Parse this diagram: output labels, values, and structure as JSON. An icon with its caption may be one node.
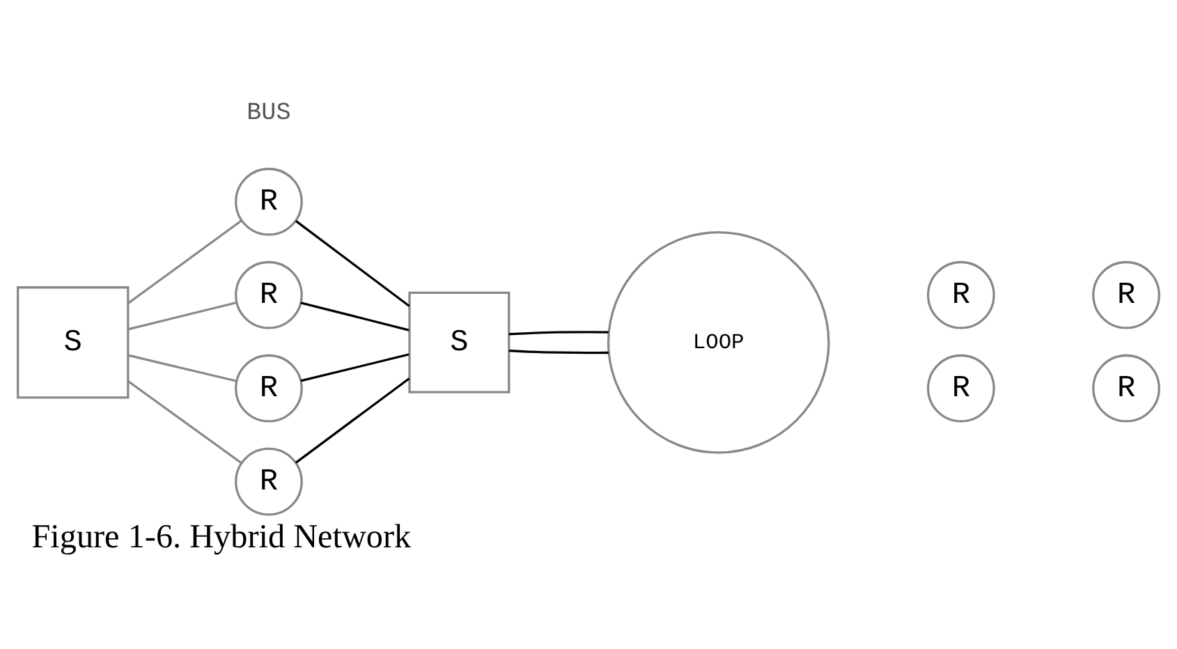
{
  "diagram": {
    "caption": "Figure 1-6. Hybrid Network",
    "nodes": [
      {
        "text": [
          "S"
        ]
      },
      {
        "text": [
          "R"
        ]
      },
      {
        "text": [
          "R"
        ]
      },
      {
        "text": [
          "R"
        ]
      },
      {
        "text": [
          "R"
        ]
      },
      {
        "text": [
          "S"
        ]
      },
      {
        "text": [
          "LOOP"
        ]
      },
      {
        "text": [
          "R"
        ]
      },
      {
        "text": [
          "R"
        ]
      },
      {
        "text": [
          "R"
        ]
      },
      {
        "text": [
          "R"
        ]
      }
    ],
    "edges": [
      {
        "from": 0,
        "to": 1,
        "arrow": "none",
        "color": "#888888"
      },
      {
        "from": 0,
        "to": 2,
        "arrow": "none",
        "color": "#888888"
      },
      {
        "from": 0,
        "to": 3,
        "arrow": "none",
        "color": "#888888"
      },
      {
        "from": 0,
        "to": 4,
        "arrow": "none",
        "color": "#888888"
      },
      {
        "from": 1,
        "to": 5,
        "arrow": "none"
      },
      {
        "from": 2,
        "to": 5,
        "arrow": "none"
      },
      {
        "from": 3,
        "to": 5,
        "arrow": "none"
      },
      {
        "from": 4,
        "to": 5,
        "arrow": "none"
      },
      {
        "from": 5,
        "to": 6,
        "arrow": "none"
      },
      {
        "from": 5,
        "to": 6,
        "arrow": "none"
      }
    ],
    "labels": [
      "BUS"
    ]
  }
}
